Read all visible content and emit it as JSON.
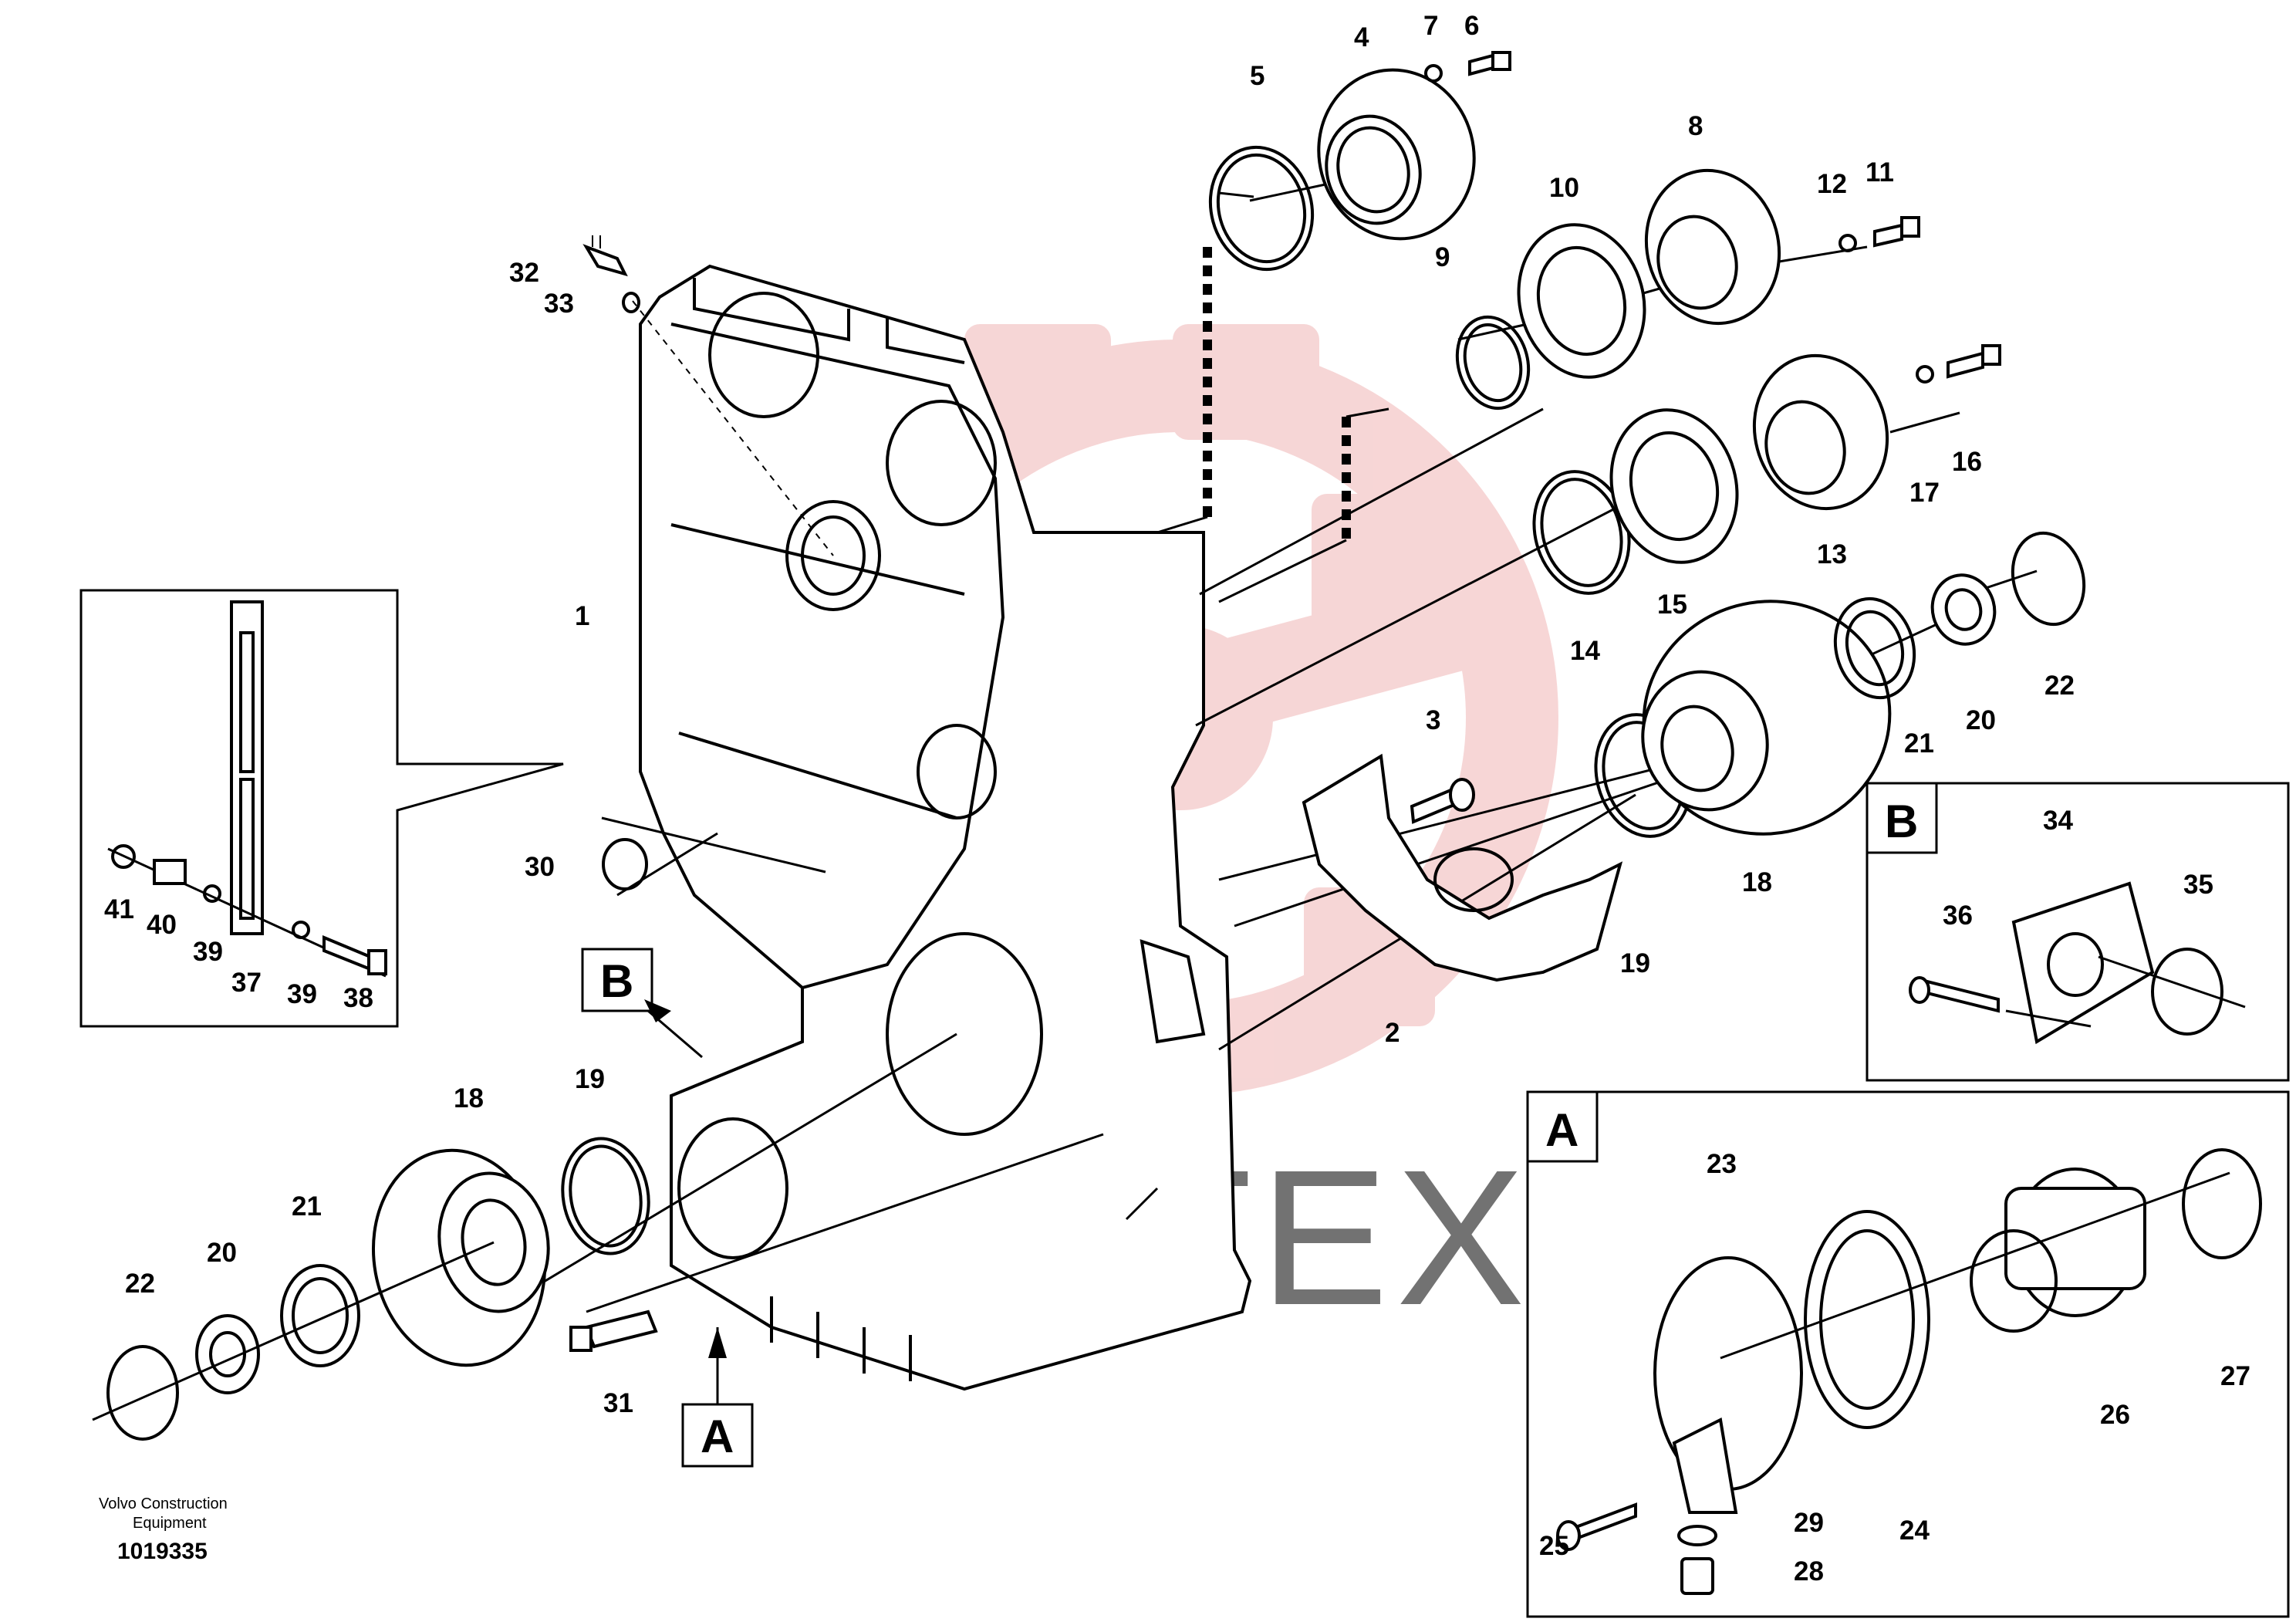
{
  "watermark": {
    "text": "ИНТЕХ",
    "color": "#f2c4c4"
  },
  "detail_labels": {
    "a": "A",
    "b": "B"
  },
  "callouts": {
    "c1": "1",
    "c2": "2",
    "c3": "3",
    "c4": "4",
    "c5": "5",
    "c6": "6",
    "c7": "7",
    "c8": "8",
    "c9": "9",
    "c10": "10",
    "c11": "11",
    "c12": "12",
    "c13": "13",
    "c14": "14",
    "c15": "15",
    "c16": "16",
    "c17": "17",
    "c18": "18",
    "c19": "19",
    "c20": "20",
    "c21": "21",
    "c22": "22",
    "c23": "23",
    "c24": "24",
    "c25": "25",
    "c26": "26",
    "c27": "27",
    "c28": "28",
    "c29": "29",
    "c30": "30",
    "c31": "31",
    "c32": "32",
    "c33": "33",
    "c34": "34",
    "c35": "35",
    "c36": "36",
    "c37": "37",
    "c38": "38",
    "c39": "39",
    "c40": "40",
    "c41": "41"
  },
  "footer": {
    "company_line1": "Volvo Construction",
    "company_line2": "Equipment",
    "drawing_number": "1019335"
  }
}
